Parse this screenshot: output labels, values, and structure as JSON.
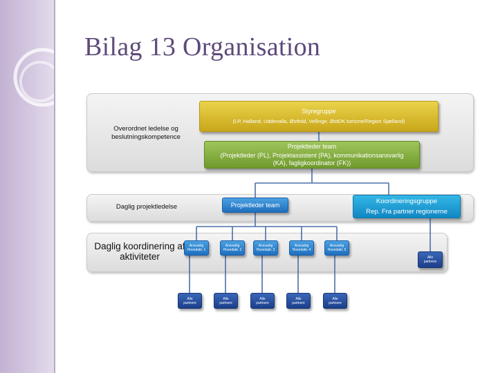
{
  "slide": {
    "title": "Bilag 13 Organisation"
  },
  "bands": {
    "top": "Overordnet ledelse og beslutningskompetence",
    "middle": "Daglig projektledelse",
    "bottom": "Daglig koordinering af aktiviteter"
  },
  "boxes": {
    "styregruppe": {
      "title": "Styregruppe",
      "body": "(LP, Halland, Uddevalla, Østfold, Vellinge, ØstDK turisme/Region Sjælland)"
    },
    "projektleder_team_top": {
      "title": "Projektleder team",
      "body": "(Projektleder (PL), Projektassistent (PA), kommunikationsansvarlig (KA), fagligkoordinator (FK))"
    },
    "projektleder_team_mid": {
      "title": "Projektleder team"
    },
    "koordineringsgruppe": {
      "title": "Koordineringsgruppe",
      "body": "Rep. Fra partner regionerne"
    },
    "alle_partnere_right": "Alle partnere",
    "hovedakt": [
      {
        "label": "Ansvarlig Hovedakt. 1",
        "partners": "Alle partnere"
      },
      {
        "label": "Ansvarlig Hovedakt. 2",
        "partners": "Alle partnere"
      },
      {
        "label": "Ansvarlig Hovedakt. 3",
        "partners": "Alle partnere"
      },
      {
        "label": "Ansvarlig Hovedakt. 4",
        "partners": "Alle partnere"
      },
      {
        "label": "Ansvarlig Hovedakt. 5",
        "partners": "Alle partnere"
      }
    ]
  },
  "colors": {
    "title": "#5e4a7a",
    "gold": "#d6b52a",
    "green": "#84ab3c",
    "blue": "#2a80cf",
    "teal": "#1fa0d6",
    "navy": "#264c9c",
    "connector": "#4a6ea8"
  }
}
